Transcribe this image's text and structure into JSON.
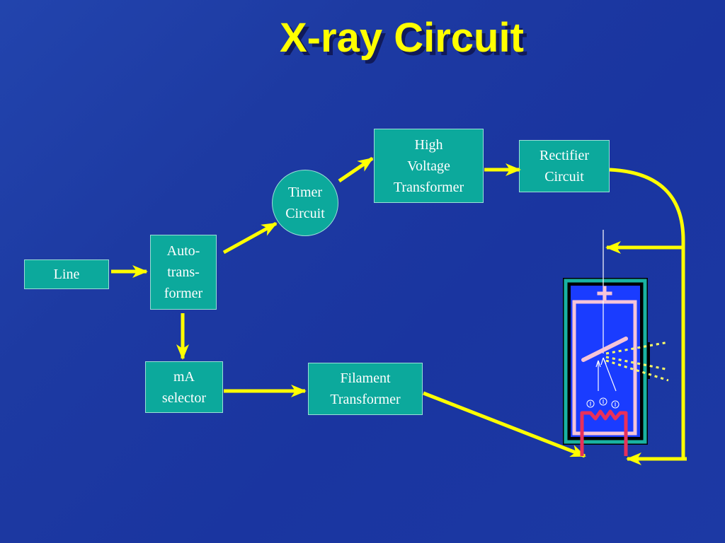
{
  "title": "X-ray Circuit",
  "nodes": {
    "line": "Line",
    "autotransformer": "Auto-\ntrans-\nformer",
    "timer": "Timer\nCircuit",
    "high_voltage": "High\nVoltage\nTransformer",
    "rectifier": "Rectifier\nCircuit",
    "ma_selector": "mA\nselector",
    "filament": "Filament\nTransformer"
  },
  "tube": {
    "anode_symbol": "+"
  },
  "colors": {
    "background": "#1d3aa2",
    "title": "#ffff00",
    "title_shadow": "#101a5a",
    "box_fill": "#0ca99c",
    "arrow": "#ffff00",
    "tube_blue": "#1a3cff",
    "tube_outline": "#f5c4d8",
    "filament": "#e8305a"
  }
}
